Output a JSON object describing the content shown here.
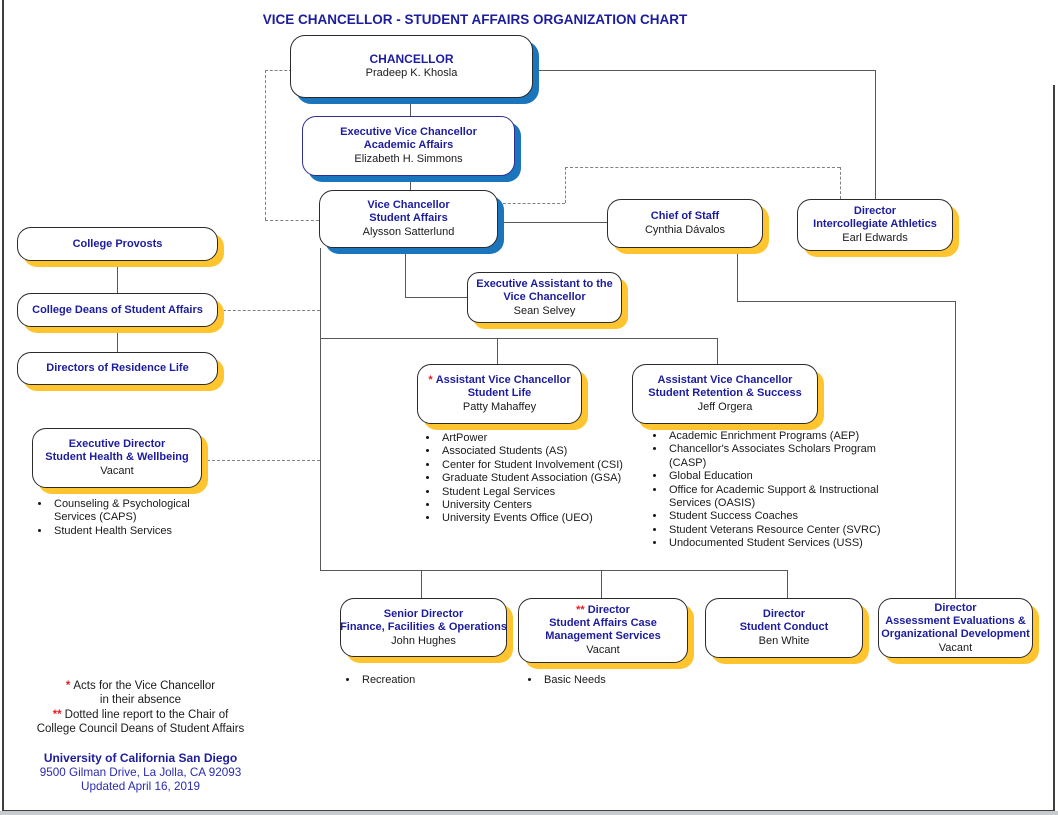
{
  "title": "VICE CHANCELLOR - STUDENT AFFAIRS ORGANIZATION CHART",
  "colors": {
    "navy": "#1c1c9e",
    "blue2": "#2b2bb2",
    "red": "#ee1b24",
    "blue_shadow": "#1b75bc",
    "yellow_shadow": "#ffc42e",
    "evc_border": "#2e3192"
  },
  "nodes": {
    "chancellor": {
      "title_lines": [
        "CHANCELLOR"
      ],
      "name": "Pradeep K. Khosla"
    },
    "evc_academic_affairs": {
      "title_lines": [
        "Executive Vice Chancellor",
        "Academic Affairs"
      ],
      "name": "Elizabeth H. Simmons"
    },
    "vc_student_affairs": {
      "title_lines": [
        "Vice Chancellor",
        "Student Affairs"
      ],
      "name": "Alysson Satterlund"
    },
    "chief_of_staff": {
      "title_lines": [
        "Chief of Staff"
      ],
      "name": "Cynthia Dávalos"
    },
    "intercollegiate_athletics": {
      "title_lines": [
        "Director",
        "Intercollegiate Athletics"
      ],
      "name": "Earl Edwards"
    },
    "exec_assistant": {
      "title_lines": [
        "Executive Assistant to the",
        "Vice Chancellor"
      ],
      "name": "Sean Selvey"
    },
    "college_provosts": {
      "title_lines": [
        "College Provosts"
      ]
    },
    "college_deans": {
      "title_lines": [
        "College Deans of Student Affairs"
      ]
    },
    "residence_life": {
      "title_lines": [
        "Directors of Residence Life"
      ]
    },
    "student_health": {
      "title_lines": [
        "Executive Director",
        "Student Health & Wellbeing"
      ],
      "name": "Vacant",
      "bullets": [
        "Counseling & Psychological Services (CAPS)",
        "Student Health Services"
      ]
    },
    "avc_student_life": {
      "asterisk": "*",
      "title_lines": [
        "Assistant Vice Chancellor",
        "Student Life"
      ],
      "name": "Patty Mahaffey",
      "bullets": [
        "ArtPower",
        "Associated Students (AS)",
        "Center for Student Involvement (CSI)",
        "Graduate Student Association (GSA)",
        "Student Legal Services",
        "University Centers",
        "University Events Office (UEO)"
      ]
    },
    "avc_retention": {
      "title_lines": [
        "Assistant Vice Chancellor",
        "Student Retention & Success"
      ],
      "name": "Jeff Orgera",
      "bullets": [
        "Academic Enrichment Programs (AEP)",
        "Chancellor's Associates Scholars Program (CASP)",
        "Global Education",
        "Office for Academic Support & Instructional Services (OASIS)",
        "Student Success Coaches",
        "Student Veterans Resource Center (SVRC)",
        "Undocumented Student Services (USS)"
      ]
    },
    "finance": {
      "title_lines": [
        "Senior Director",
        "Finance, Facilities & Operations"
      ],
      "name": "John Hughes",
      "bullets": [
        "Recreation"
      ]
    },
    "case_mgmt": {
      "asterisk": "**",
      "title_lines": [
        "Director",
        "Student Affairs Case",
        "Management Services"
      ],
      "name": "Vacant",
      "bullets": [
        "Basic Needs"
      ]
    },
    "student_conduct": {
      "title_lines": [
        "Director",
        "Student Conduct"
      ],
      "name": "Ben White"
    },
    "assessment": {
      "title_lines": [
        "Director",
        "Assessment Evaluations &",
        "Organizational Development"
      ],
      "name": "Vacant"
    }
  },
  "footnotes": {
    "fn1_mark": "*",
    "fn1": "Acts for the Vice Chancellor",
    "fn2": "in their absence",
    "fn3_mark": "**",
    "fn3": "Dotted line report to the Chair of",
    "fn4": "College Council Deans of Student Affairs"
  },
  "footer": {
    "org": "University of California San Diego",
    "address": "9500 Gilman Drive, La Jolla, CA 92093",
    "updated": "Updated April 16, 2019"
  }
}
